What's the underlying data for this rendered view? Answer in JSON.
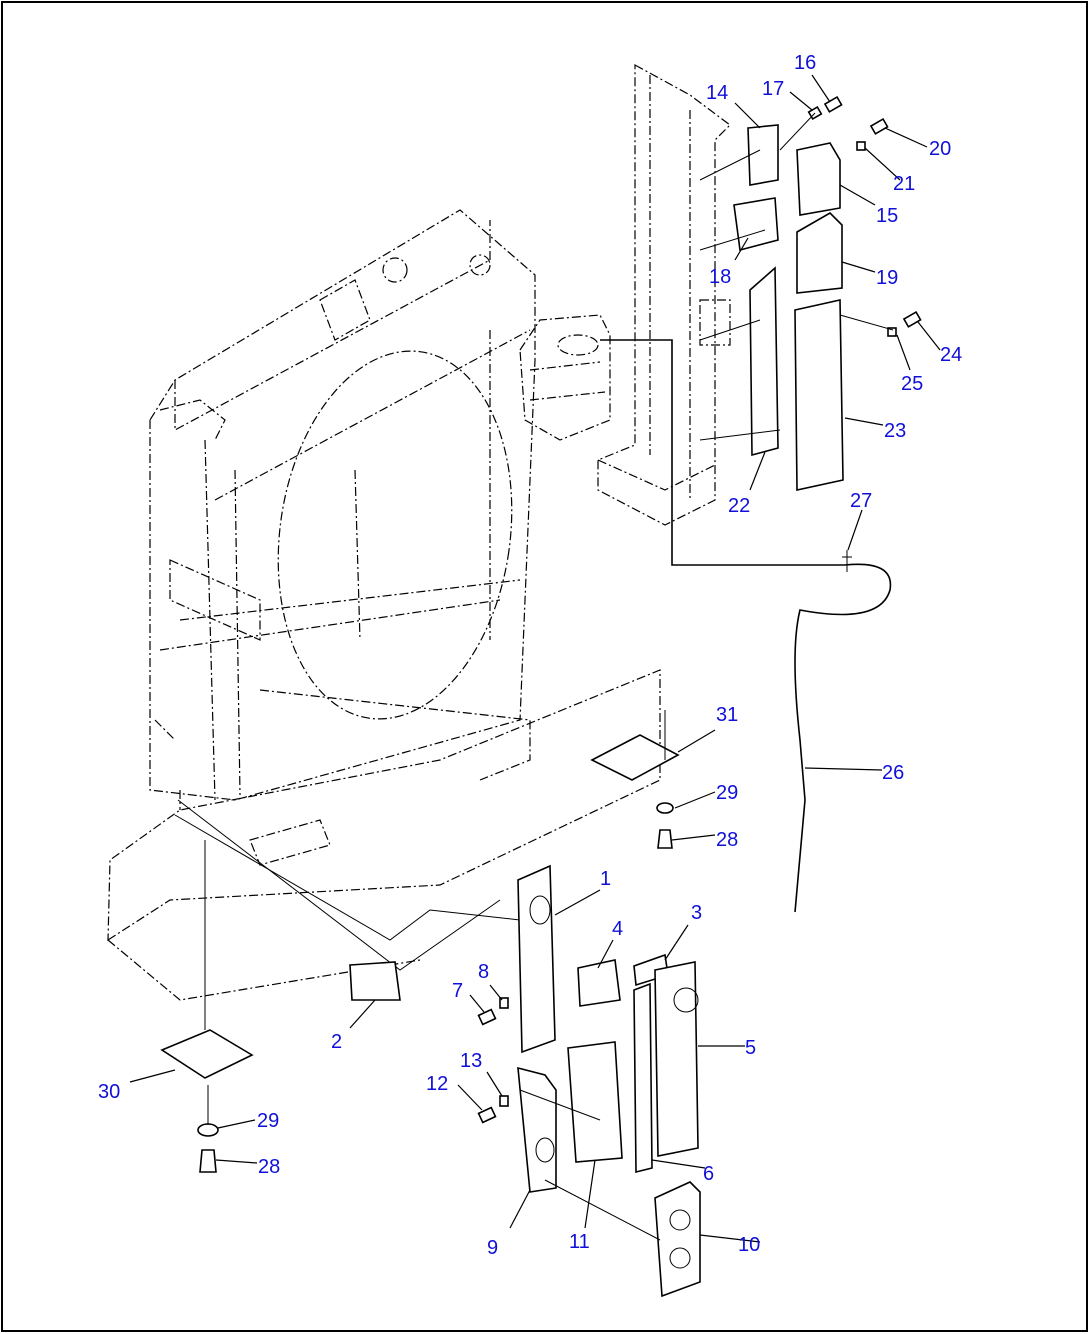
{
  "callouts": {
    "c1": "1",
    "c2": "2",
    "c3": "3",
    "c4": "4",
    "c5": "5",
    "c6": "6",
    "c7": "7",
    "c8": "8",
    "c9": "9",
    "c10": "10",
    "c11": "11",
    "c12": "12",
    "c13": "13",
    "c14": "14",
    "c15": "15",
    "c16": "16",
    "c17": "17",
    "c18": "18",
    "c19": "19",
    "c20": "20",
    "c21": "21",
    "c22": "22",
    "c23": "23",
    "c24": "24",
    "c25": "25",
    "c26": "26",
    "c27": "27",
    "c28a": "28",
    "c28b": "28",
    "c29a": "29",
    "c29b": "29",
    "c30": "30",
    "c31": "31"
  },
  "colors": {
    "callout": "#1010d8",
    "line": "#000000",
    "background": "#ffffff"
  }
}
